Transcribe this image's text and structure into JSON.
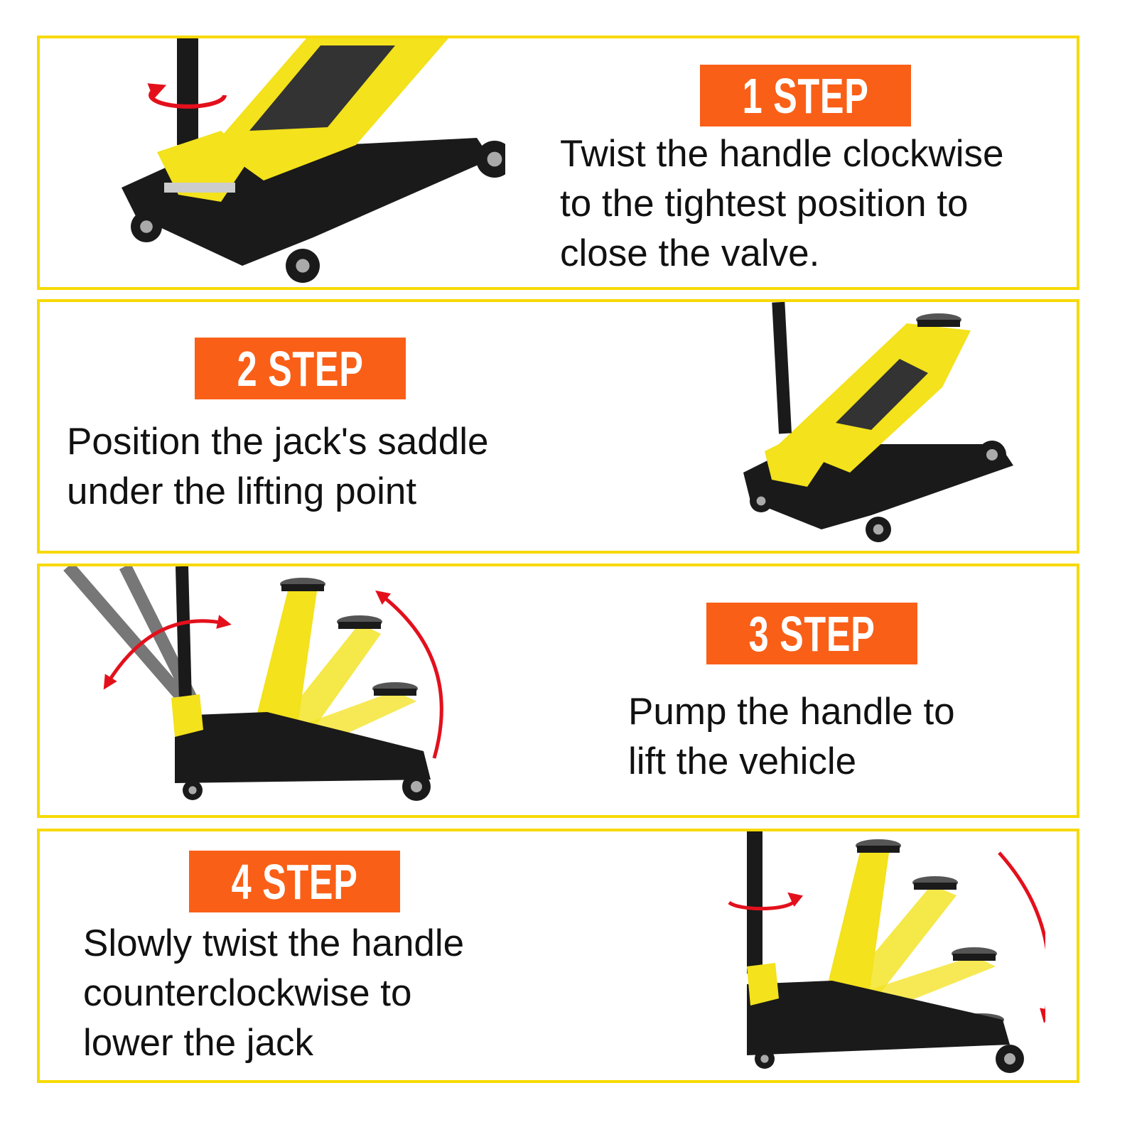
{
  "colors": {
    "border": "#f7d900",
    "badge": "#f95f17",
    "jack_yellow": "#f3e21c",
    "jack_black": "#1a1a1a",
    "arrow_red": "#e3101c"
  },
  "steps": [
    {
      "badge": "1 STEP",
      "lines": [
        "Twist the handle clockwise",
        "to the tightest position to",
        "close the valve."
      ],
      "icon": "jack-handle-twist-clockwise"
    },
    {
      "badge": "2 STEP",
      "lines": [
        "Position the jack's saddle",
        "under the lifting point"
      ],
      "icon": "jack-lowered"
    },
    {
      "badge": "3 STEP",
      "lines": [
        "Pump the handle to",
        "lift the vehicle"
      ],
      "icon": "jack-pump-lift"
    },
    {
      "badge": "4 STEP",
      "lines": [
        "Slowly twist the handle",
        "counterclockwise to",
        "lower the jack"
      ],
      "icon": "jack-lower-counterclockwise"
    }
  ]
}
